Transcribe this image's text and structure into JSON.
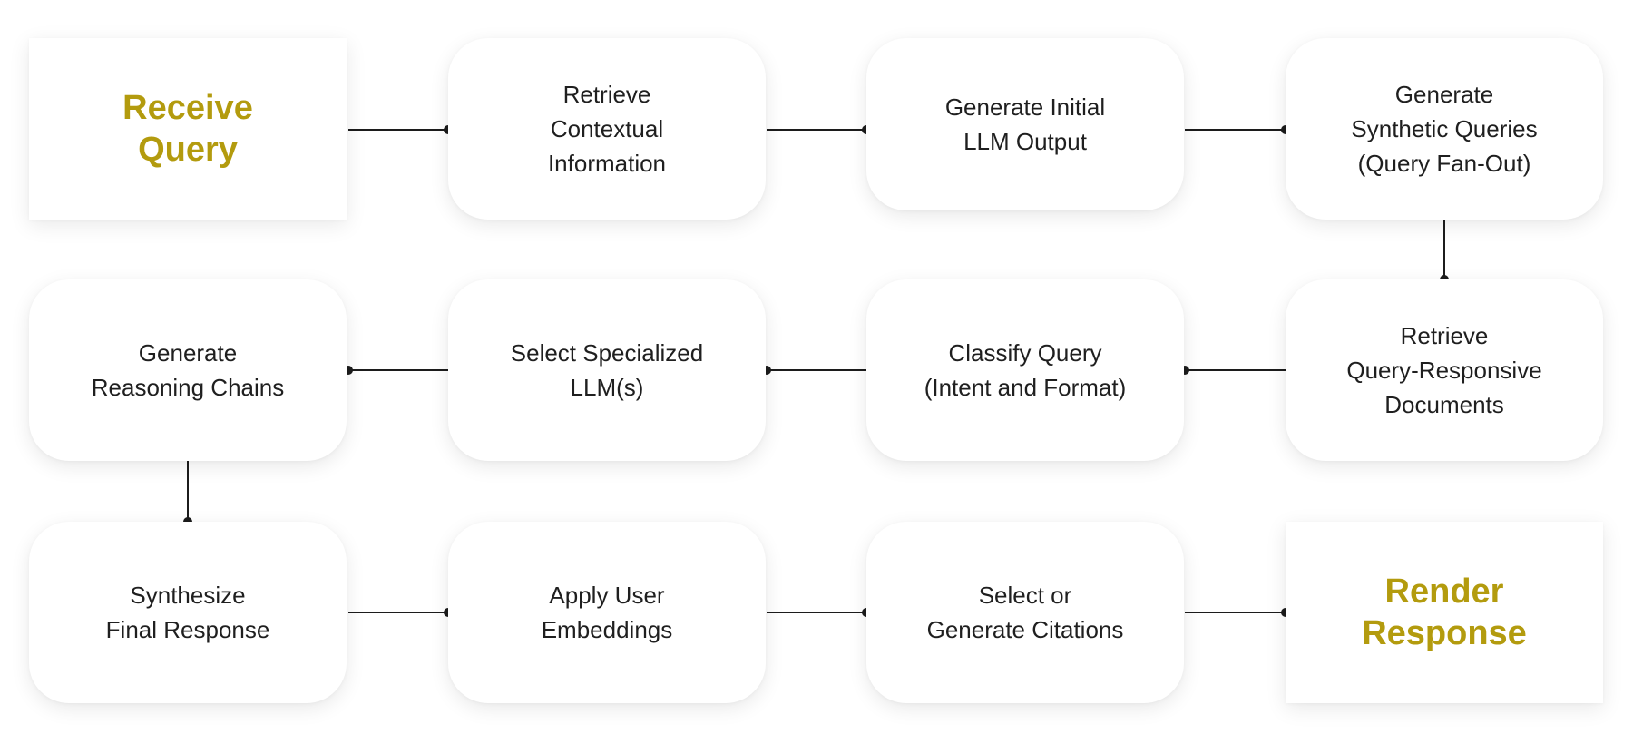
{
  "accent_color": "#b39b0e",
  "line_color": "#1c1c1c",
  "steps": [
    {
      "id": "receive-query",
      "label": "Receive\nQuery",
      "terminal": true
    },
    {
      "id": "retrieve-contextual-information",
      "label": "Retrieve\nContextual\nInformation",
      "terminal": false
    },
    {
      "id": "generate-initial-llm-output",
      "label": "Generate Initial\nLLM Output",
      "terminal": false
    },
    {
      "id": "generate-synthetic-queries",
      "label": "Generate\nSynthetic Queries\n(Query Fan-Out)",
      "terminal": false
    },
    {
      "id": "retrieve-query-responsive-documents",
      "label": "Retrieve\nQuery-Responsive\nDocuments",
      "terminal": false
    },
    {
      "id": "classify-query",
      "label": "Classify Query\n(Intent and Format)",
      "terminal": false
    },
    {
      "id": "select-specialized-llms",
      "label": "Select Specialized\nLLM(s)",
      "terminal": false
    },
    {
      "id": "generate-reasoning-chains",
      "label": "Generate\nReasoning Chains",
      "terminal": false
    },
    {
      "id": "synthesize-final-response",
      "label": "Synthesize\nFinal Response",
      "terminal": false
    },
    {
      "id": "apply-user-embeddings",
      "label": "Apply User\nEmbeddings",
      "terminal": false
    },
    {
      "id": "select-or-generate-citations",
      "label": "Select or\nGenerate Citations",
      "terminal": false
    },
    {
      "id": "render-response",
      "label": "Render\nResponse",
      "terminal": true
    }
  ]
}
